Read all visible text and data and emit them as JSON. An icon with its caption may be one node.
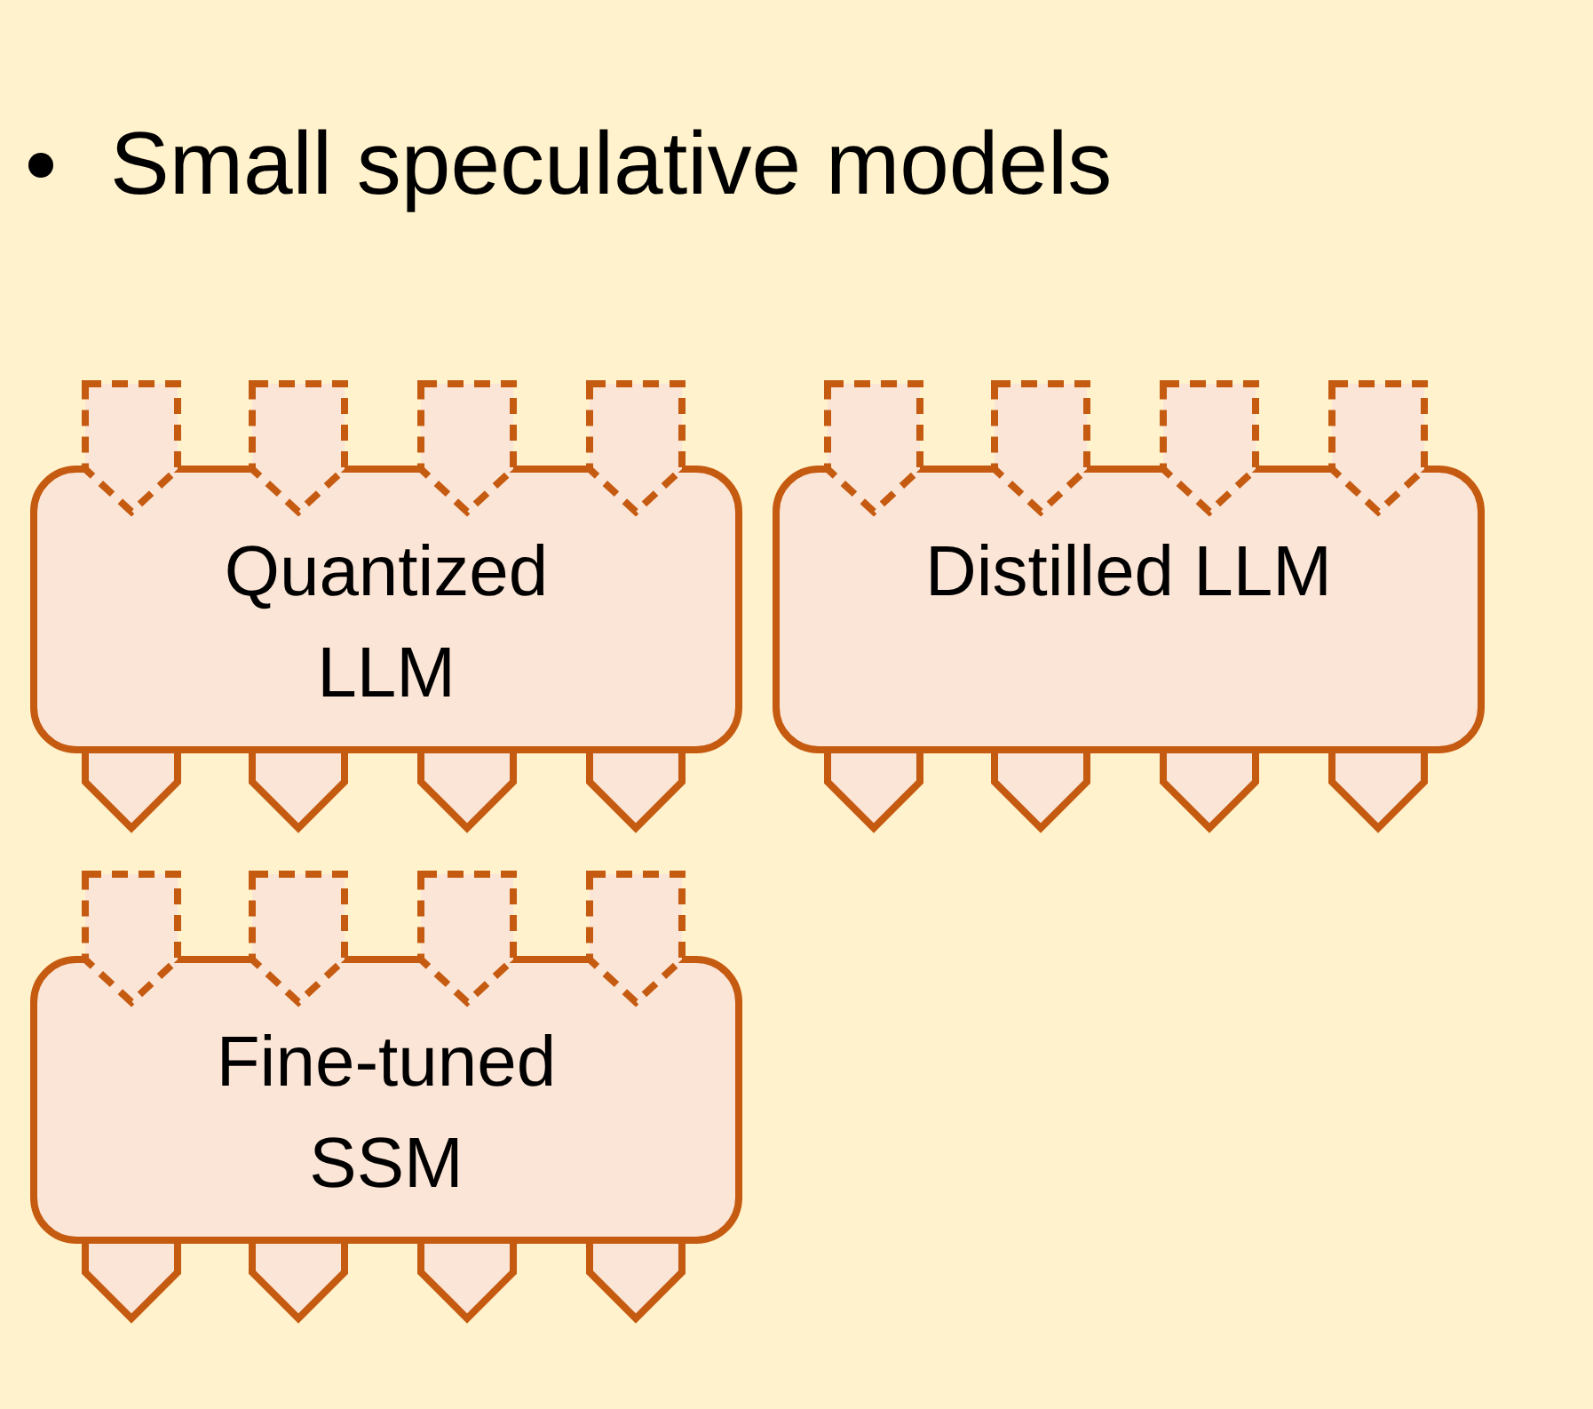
{
  "diagram": {
    "nodes": [
      {
        "text": [
          "Quantized LLM"
        ]
      },
      {
        "text": [
          "Distilled LLM"
        ]
      },
      {
        "text": [
          "Fine-tuned SSM"
        ]
      }
    ],
    "labels": [
      "Small speculative models"
    ]
  }
}
